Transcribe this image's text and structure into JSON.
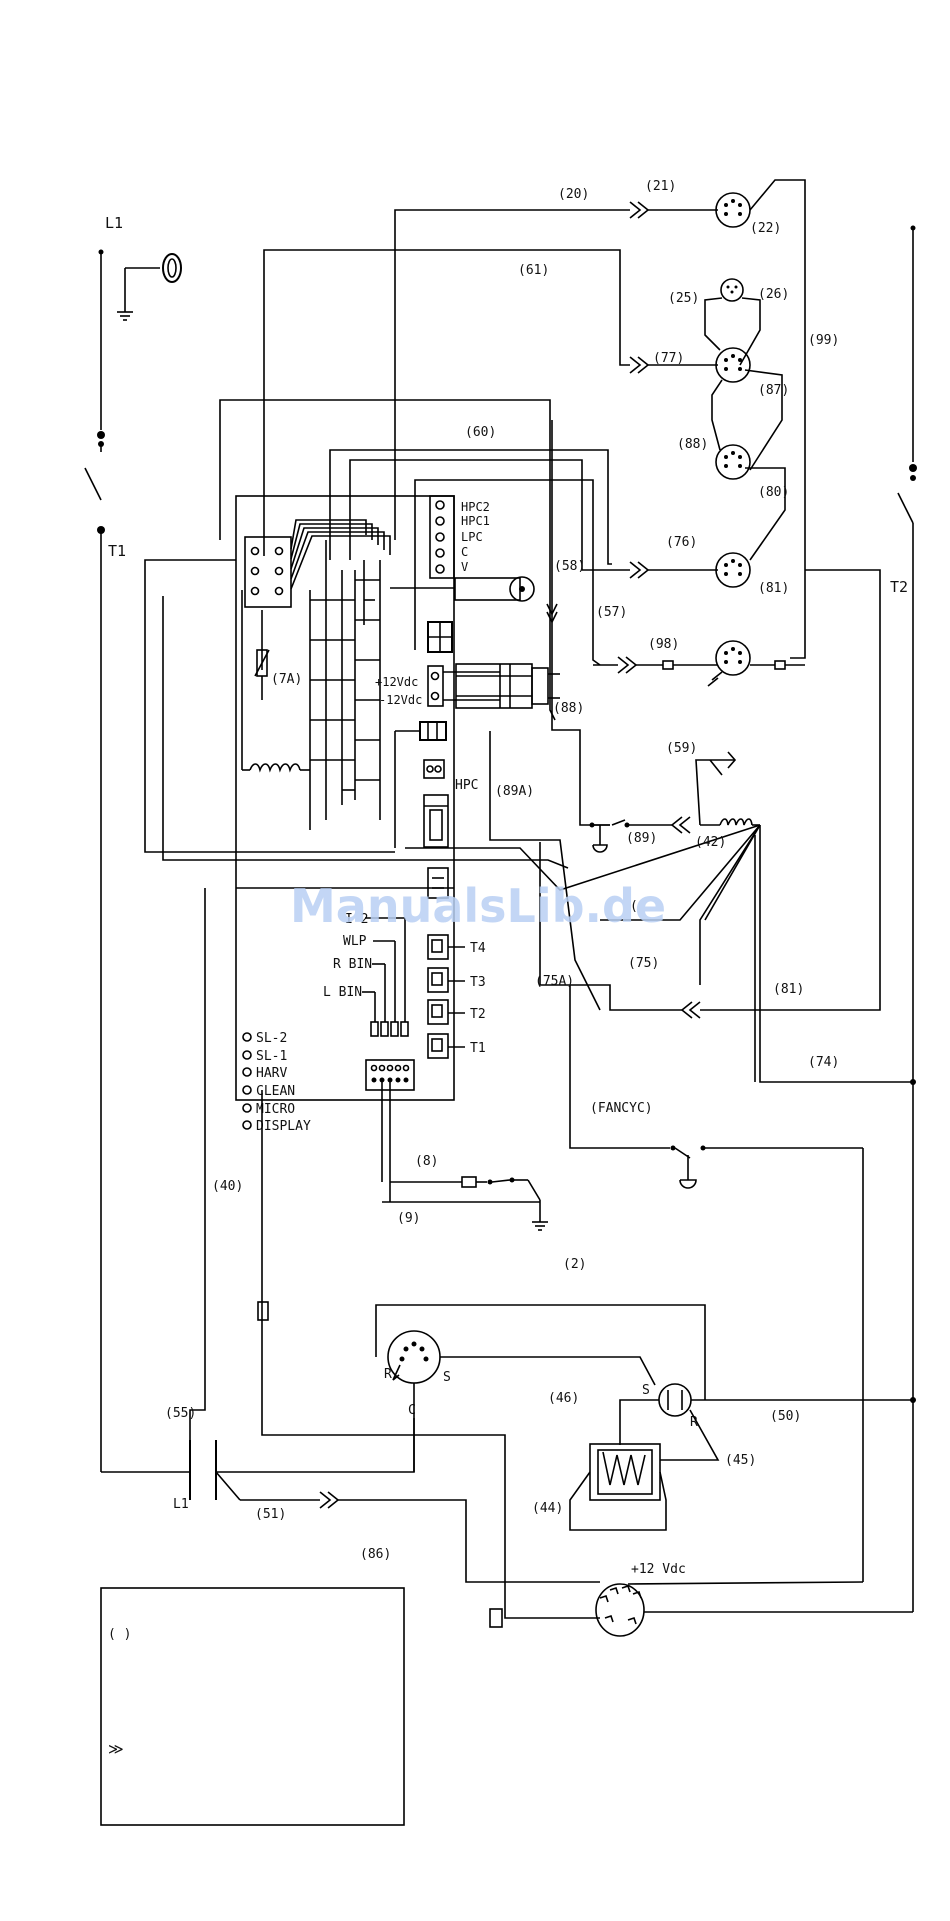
{
  "watermark": "ManualsLib.de",
  "supply": {
    "line_left": "L1",
    "terminal_t1": "T1",
    "terminal_t2": "T2",
    "contactor_label": "L1"
  },
  "board": {
    "hp_terminals": [
      "HPC2",
      "HPC1",
      "LPC",
      "C",
      "V"
    ],
    "voltage_plus": "+12Vdc",
    "voltage_minus": "-12Vdc",
    "hpc": "HPC",
    "thermistors": [
      "T4",
      "T3",
      "T2",
      "T1"
    ],
    "sensors": {
      "i2": "I 2",
      "wlp": "WLP",
      "rbin": "R BIN",
      "lbin": "L BIN"
    },
    "leds": [
      "SL-2",
      "SL-1",
      "HARV",
      "CLEAN",
      "MICRO",
      "DISPLAY"
    ],
    "thermal_label": "(7A)"
  },
  "wires": {
    "w20": "(20)",
    "w21": "(21)",
    "w22": "(22)",
    "w61": "(61)",
    "w25": "(25)",
    "w26": "(26)",
    "w99": "(99)",
    "w77": "(77)",
    "w87": "(87)",
    "w60": "(60)",
    "w88a": "(88)",
    "w80": "(80)",
    "w76": "(76)",
    "w81a": "(81)",
    "w58": "(58)",
    "w57": "(57)",
    "w98": "(98)",
    "w88b": "(88)",
    "w59": "(59)",
    "w89a": "(89A)",
    "w89": "(89)",
    "w42": "(42)",
    "wpartial": "(",
    "w75a": "(75A)",
    "w75": "(75)",
    "w81b": "(81)",
    "w74": "(74)",
    "fancyc": "(FANCYC)",
    "w8": "(8)",
    "w9": "(9)",
    "w40": "(40)",
    "w2": "(2)",
    "w46": "(46)",
    "w50": "(50)",
    "w45": "(45)",
    "w44": "(44)",
    "w55": "(55)",
    "w51": "(51)",
    "w86": "(86)"
  },
  "compressor": {
    "r": "R",
    "s": "S",
    "c": "C"
  },
  "relay": {
    "s": "S",
    "r": "R"
  },
  "fan": {
    "voltage": "+12 Vdc"
  },
  "legend": {
    "wire_number": "( )",
    "connector_symbol": "≫"
  }
}
